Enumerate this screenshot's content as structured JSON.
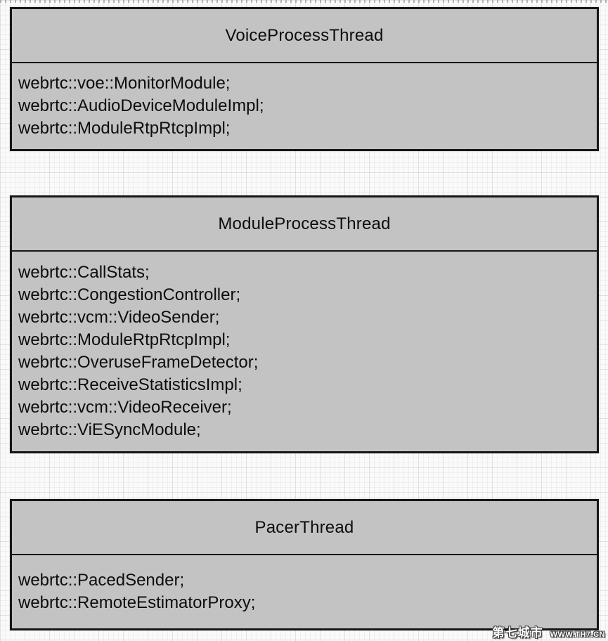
{
  "colors": {
    "box_fill": "#c3c3c3",
    "box_border": "#161616",
    "text": "#0d0d0d",
    "grid_line": "#dfdfe4",
    "paper": "#fafafa"
  },
  "boxes": [
    {
      "title": "VoiceProcessThread",
      "items": [
        "webrtc::voe::MonitorModule;",
        "webrtc::AudioDeviceModuleImpl;",
        "webrtc::ModuleRtpRtcpImpl;"
      ]
    },
    {
      "title": "ModuleProcessThread",
      "items": [
        "webrtc::CallStats;",
        "webrtc::CongestionController;",
        "webrtc::vcm::VideoSender;",
        "webrtc::ModuleRtpRtcpImpl;",
        "webrtc::OveruseFrameDetector;",
        "webrtc::ReceiveStatisticsImpl;",
        "webrtc::vcm::VideoReceiver;",
        "webrtc::ViESyncModule;"
      ]
    },
    {
      "title": "PacerThread",
      "items": [
        "webrtc::PacedSender;",
        "webrtc::RemoteEstimatorProxy;"
      ]
    }
  ],
  "watermark": {
    "site_name": "第七城市",
    "site_url": "WWW.TH7.CN"
  }
}
